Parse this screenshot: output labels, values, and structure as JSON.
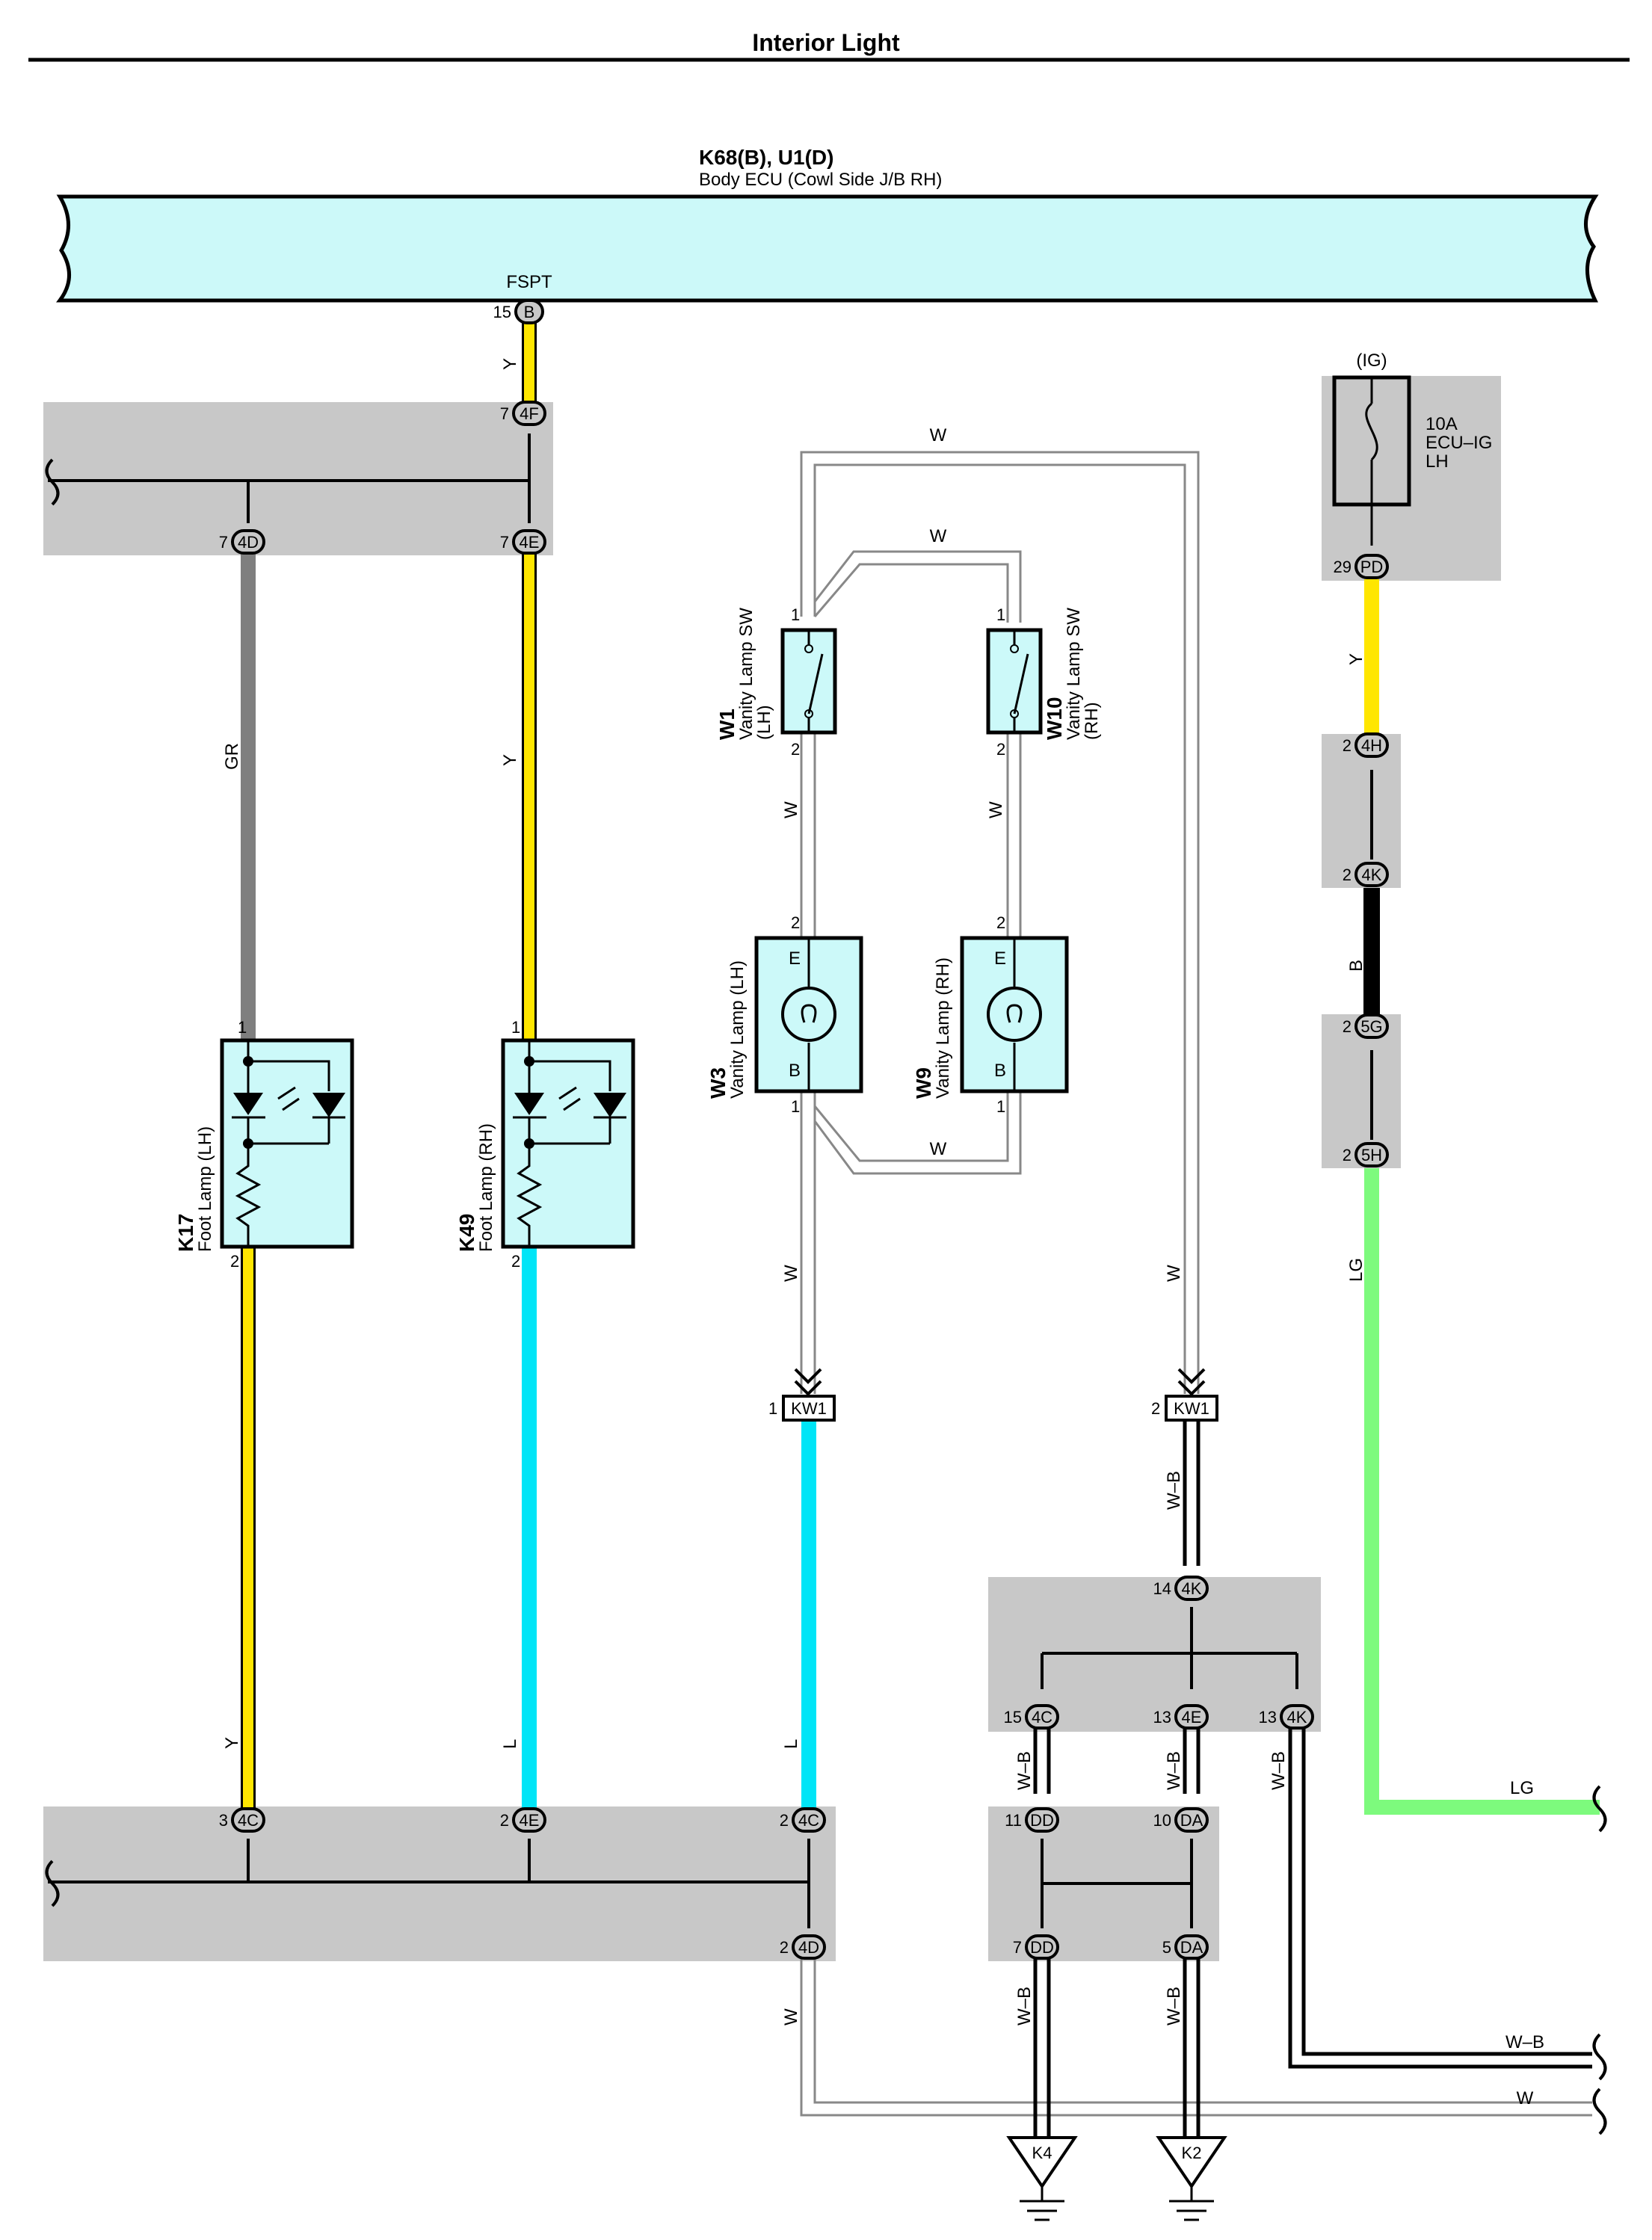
{
  "title": "Interior Light",
  "colors": {
    "yellow": "#ffe600",
    "gray": "#7f7f7f",
    "cyan": "#00e5f7",
    "lightgreen": "#7dfa7d",
    "black": "#000000",
    "box_fill": "#ccf9f9",
    "shade": "#c8c8c8"
  },
  "ecu": {
    "codes": "K68(B), U1(D)",
    "name": "Body ECU (Cowl Side J/B RH)",
    "terminal": "FSPT",
    "pin": "15",
    "connector": "B"
  },
  "fuse": {
    "group": "(IG)",
    "rating": "10A",
    "name1": "ECU–IG",
    "name2": "LH",
    "pin": "29",
    "connector": "PD"
  },
  "connectors": {
    "c4F": {
      "pin": "7",
      "label": "4F"
    },
    "c4D_top": {
      "pin": "7",
      "label": "4D"
    },
    "c4E_top": {
      "pin": "7",
      "label": "4E"
    },
    "c4H": {
      "pin": "2",
      "label": "4H"
    },
    "c4K_right": {
      "pin": "2",
      "label": "4K"
    },
    "c5G": {
      "pin": "2",
      "label": "5G"
    },
    "c5H": {
      "pin": "2",
      "label": "5H"
    },
    "c4C_1": {
      "pin": "3",
      "label": "4C"
    },
    "c4E_bot": {
      "pin": "2",
      "label": "4E"
    },
    "c4C_2": {
      "pin": "2",
      "label": "4C"
    },
    "c4D_bot": {
      "pin": "2",
      "label": "4D"
    },
    "c4K_mid": {
      "pin": "14",
      "label": "4K"
    },
    "c4C_mid": {
      "pin": "15",
      "label": "4C"
    },
    "c4E_mid": {
      "pin": "13",
      "label": "4E"
    },
    "c4K_mid2": {
      "pin": "13",
      "label": "4K"
    },
    "cDD_top": {
      "pin": "11",
      "label": "DD"
    },
    "cDA_top": {
      "pin": "10",
      "label": "DA"
    },
    "cDD_bot": {
      "pin": "7",
      "label": "DD"
    },
    "cDA_bot": {
      "pin": "5",
      "label": "DA"
    },
    "kw1_a": {
      "pin": "1",
      "label": "KW1"
    },
    "kw1_b": {
      "pin": "2",
      "label": "KW1"
    }
  },
  "components": {
    "k17": {
      "code": "K17",
      "name": "Foot Lamp (LH)",
      "pin1": "1",
      "pin2": "2"
    },
    "k49": {
      "code": "K49",
      "name": "Foot Lamp (RH)",
      "pin1": "1",
      "pin2": "2"
    },
    "w1": {
      "code": "W1",
      "name": "Vanity Lamp SW",
      "side": "(LH)",
      "pin1": "1",
      "pin2": "2"
    },
    "w10": {
      "code": "W10",
      "name": "Vanity Lamp SW",
      "side": "(RH)",
      "pin1": "1",
      "pin2": "2"
    },
    "w3": {
      "code": "W3",
      "name": "Vanity Lamp (LH)",
      "pin_top": "2",
      "pin_bot": "1",
      "term_e": "E",
      "term_b": "B"
    },
    "w9": {
      "code": "W9",
      "name": "Vanity Lamp (RH)",
      "pin_top": "2",
      "pin_bot": "1",
      "term_e": "E",
      "term_b": "B"
    }
  },
  "wire_labels": {
    "y": "Y",
    "gr": "GR",
    "w": "W",
    "b": "B",
    "lg": "LG",
    "l": "L",
    "wb": "W–B"
  },
  "grounds": {
    "k4": "K4",
    "k2": "K2"
  }
}
